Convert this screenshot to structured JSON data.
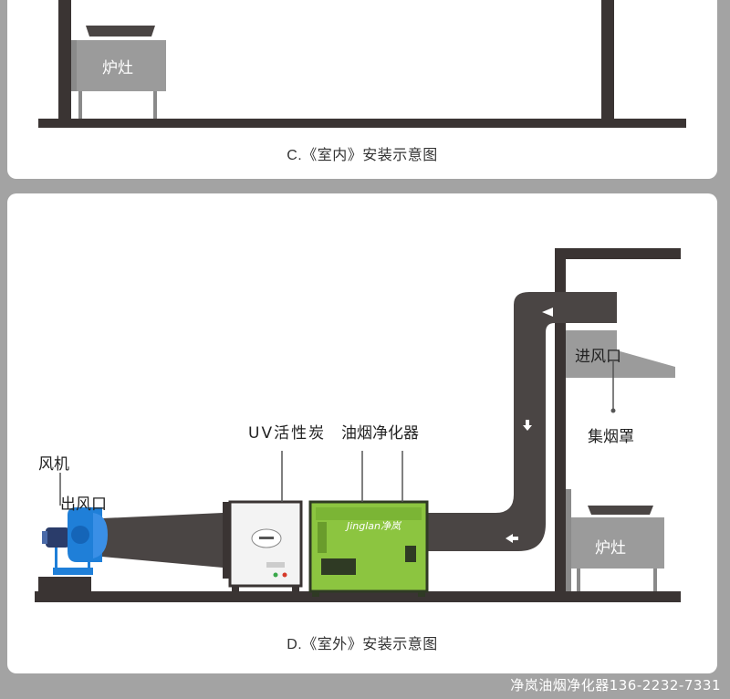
{
  "top_panel": {
    "caption": "C.《室内》安装示意图",
    "stove_label": "炉灶"
  },
  "bottom_panel": {
    "caption": "D.《室外》安装示意图",
    "labels": {
      "fan": "风机",
      "outlet": "出风口",
      "uv_carbon": "UV活性炭",
      "purifier": "油烟净化器",
      "inlet": "进风口",
      "hood": "集烟罩",
      "stove": "炉灶"
    },
    "purifier_brand": "Jinglan净岚"
  },
  "watermark": "净岚油烟净化器136-2232-7331",
  "colors": {
    "page_bg": "#a3a3a3",
    "wall": "#3a3433",
    "duct": "#4a4544",
    "stove": "#9b9b9b",
    "purifier_green": "#8cc540",
    "fan_blue": "#1f7fd8"
  }
}
